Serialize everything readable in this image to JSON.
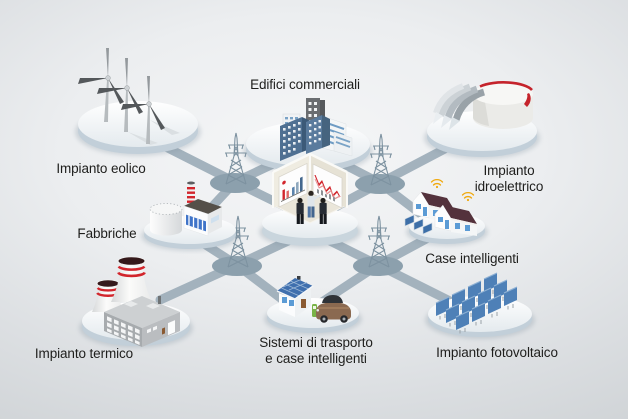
{
  "background": {
    "gradient_center": "#f5f6f7",
    "gradient_edge": "#cfd3d6"
  },
  "colors": {
    "grid_line": "#a3b2bd",
    "junction_node": "#8ca0ad",
    "platform_top": "#ffffff",
    "platform_side": "#c2cfd9",
    "label_text": "#1e1e1c",
    "accent_red": "#cc2127",
    "solar_blue": "#4e80b7",
    "window_blue": "#5b9bd5",
    "signal_yellow": "#f0a90e",
    "roof_maroon": "#54323c",
    "charging_green": "#79b347",
    "car_bronze": "#8a6950"
  },
  "sites": {
    "wind": {
      "label": "Impianto eolico",
      "icon": "wind-turbines-icon"
    },
    "commercial": {
      "label": "Edifici commerciali",
      "icon": "office-buildings-icon"
    },
    "hydro": {
      "label": "Impianto idroelettrico",
      "icon": "hydro-dam-icon"
    },
    "factories": {
      "label": "Fabbriche",
      "icon": "factory-icon"
    },
    "thermal": {
      "label": "Impianto termico",
      "icon": "thermal-plant-icon"
    },
    "transport": {
      "label": "Sistemi di trasporto\ne case intelligenti",
      "icon": "ev-car-house-icon"
    },
    "smart_homes": {
      "label": "Case intelligenti",
      "icon": "smart-houses-icon"
    },
    "solar": {
      "label": "Impianto fotovoltaico",
      "icon": "solar-panels-icon"
    },
    "control_center": {
      "icon": "control-room-icon"
    }
  },
  "network": {
    "junctions": [
      "nw",
      "ne",
      "sw",
      "se"
    ],
    "links": [
      [
        "nw",
        "wind"
      ],
      [
        "nw",
        "commercial"
      ],
      [
        "nw",
        "factories"
      ],
      [
        "nw",
        "control_center"
      ],
      [
        "ne",
        "commercial"
      ],
      [
        "ne",
        "hydro"
      ],
      [
        "ne",
        "smart_homes"
      ],
      [
        "ne",
        "control_center"
      ],
      [
        "sw",
        "factories"
      ],
      [
        "sw",
        "thermal"
      ],
      [
        "sw",
        "transport"
      ],
      [
        "sw",
        "control_center"
      ],
      [
        "se",
        "smart_homes"
      ],
      [
        "se",
        "solar"
      ],
      [
        "se",
        "transport"
      ],
      [
        "se",
        "control_center"
      ]
    ]
  }
}
